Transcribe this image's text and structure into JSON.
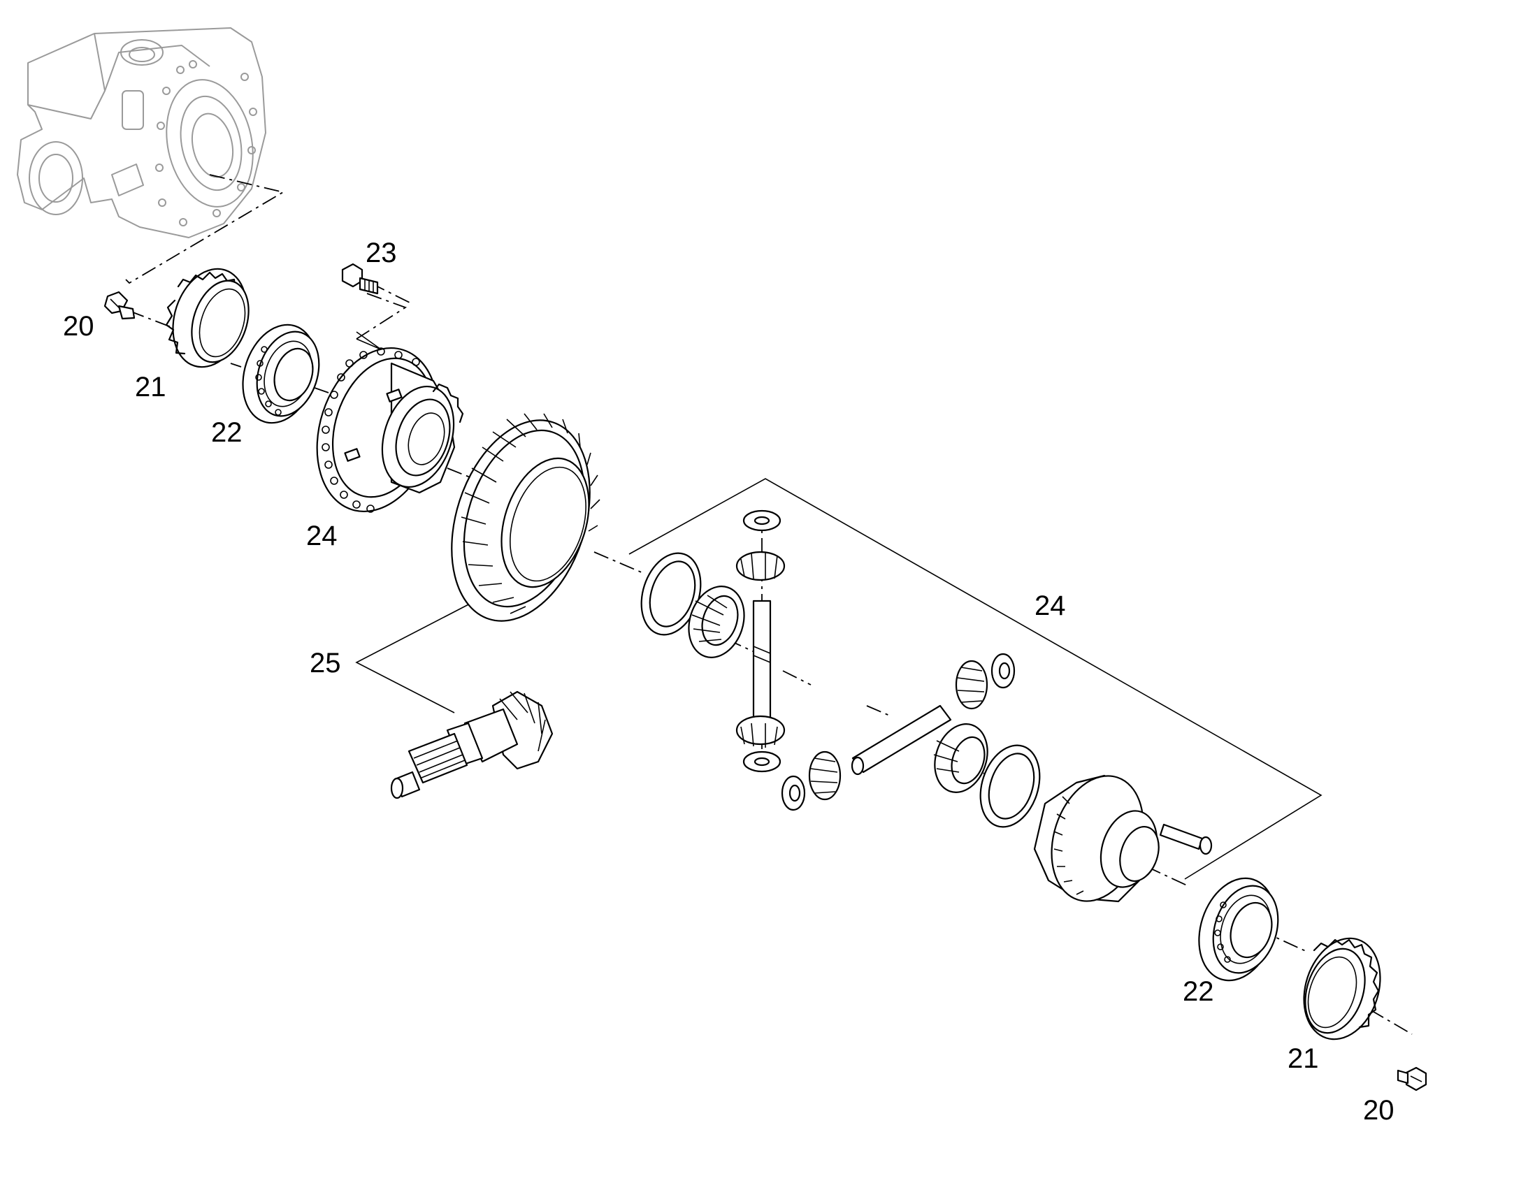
{
  "diagram": {
    "labels": [
      {
        "id": "l20a",
        "text": "20"
      },
      {
        "id": "l21a",
        "text": "21"
      },
      {
        "id": "l22a",
        "text": "22"
      },
      {
        "id": "l23",
        "text": "23"
      },
      {
        "id": "l24a",
        "text": "24"
      },
      {
        "id": "l25",
        "text": "25"
      },
      {
        "id": "l24b",
        "text": "24"
      },
      {
        "id": "l22b",
        "text": "22"
      },
      {
        "id": "l21b",
        "text": "21"
      },
      {
        "id": "l20b",
        "text": "20"
      }
    ]
  }
}
